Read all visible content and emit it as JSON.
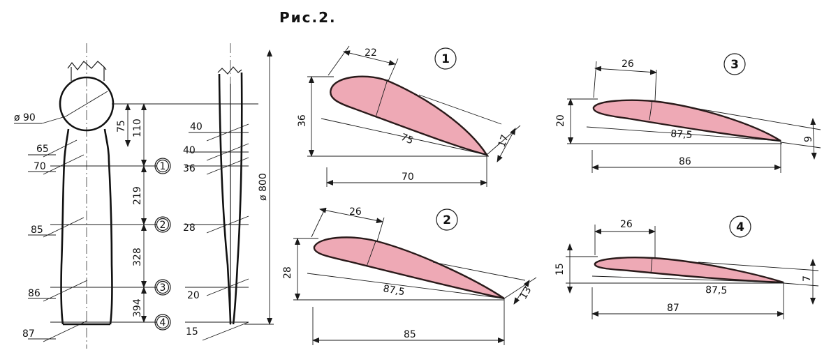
{
  "figure": {
    "title": "Рис.2."
  },
  "blade": {
    "hub_dia": "ø 90",
    "rotor_dia": "ø 800",
    "front_widths": [
      "65",
      "70",
      "85",
      "86",
      "87"
    ],
    "vertical_dims": [
      "75",
      "110",
      "219",
      "328",
      "394"
    ],
    "side_thickness": [
      "40",
      "40",
      "36",
      "28",
      "20",
      "15"
    ],
    "stations": [
      "1",
      "2",
      "3",
      "4"
    ]
  },
  "sections": [
    {
      "id": "1",
      "top": "22",
      "height": "36",
      "chord": "75",
      "base": "70",
      "tail": "17"
    },
    {
      "id": "2",
      "top": "26",
      "height": "28",
      "chord": "87,5",
      "base": "85",
      "tail": "13"
    },
    {
      "id": "3",
      "top": "26",
      "height": "20",
      "chord": "87,5",
      "base": "86",
      "tail": "9"
    },
    {
      "id": "4",
      "top": "26",
      "height": "15",
      "chord": "87,5",
      "base": "87",
      "tail": "7"
    }
  ]
}
